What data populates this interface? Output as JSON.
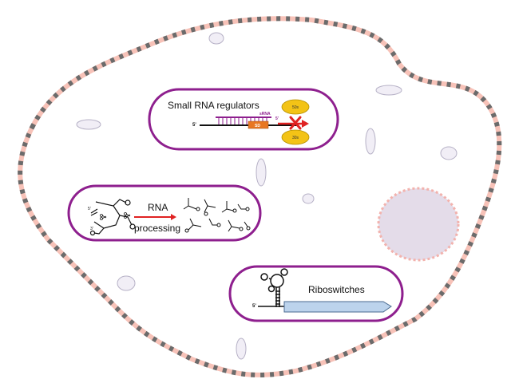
{
  "diagram": {
    "colors": {
      "membrane_light": "#f7c2b8",
      "membrane_dark": "#6b6b6b",
      "box_border": "#8e1f8e",
      "vesicle_fill": "#f1eef6",
      "vesicle_stroke": "#b6b1c6",
      "nucleoid_fill": "#e4dce9",
      "nucleoid_dash": "#f2b2ad",
      "ribosome_fill": "#f3c316",
      "sd_fill": "#e87722",
      "srna_color": "#8e1f8e",
      "arrow_red": "#e02222",
      "gene_fill": "#bcd3ec"
    },
    "small_rna_box": {
      "title": "Small RNA regulators",
      "five_prime_left": "5'",
      "five_prime_right": "5'",
      "srna_label": "sRNA",
      "sd_label": "SD",
      "ribosome_top": "50s",
      "ribosome_bottom": "30s"
    },
    "processing_box": {
      "label_line1": "RNA",
      "label_line2": "processing",
      "five_prime": "5'",
      "three_prime": "3'"
    },
    "riboswitch_box": {
      "title": "Riboswitches",
      "five_prime": "5'"
    }
  }
}
